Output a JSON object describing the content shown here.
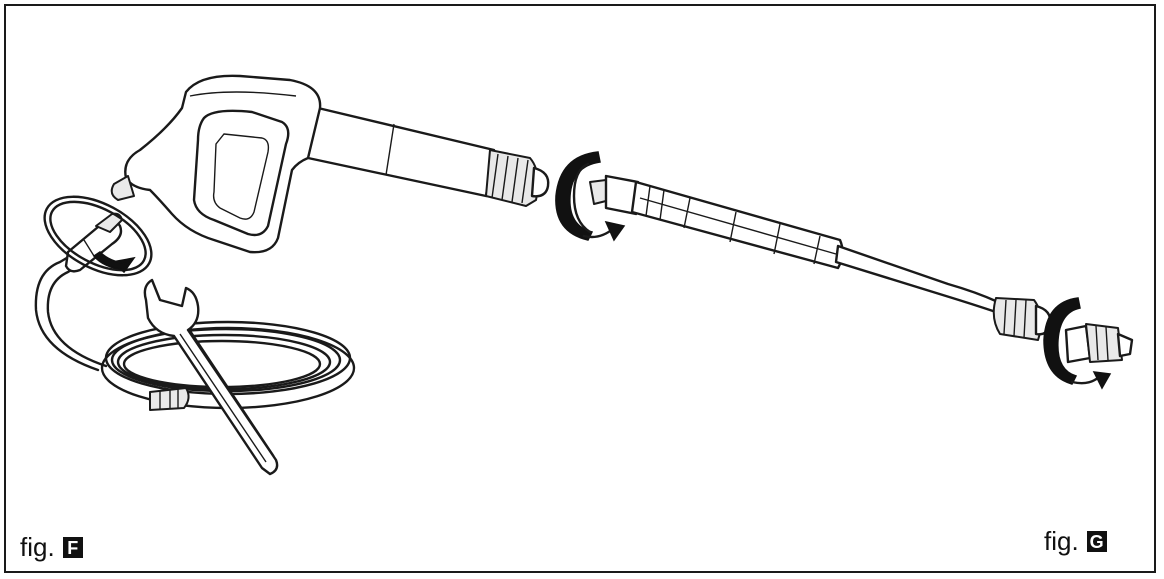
{
  "figures": [
    {
      "id": "left",
      "label": "fig.",
      "letter": "F"
    },
    {
      "id": "right",
      "label": "fig.",
      "letter": "G"
    }
  ],
  "colors": {
    "line": "#1a1a1a",
    "fill_light": "#ffffff",
    "fill_shade": "#e6e6e6",
    "fill_dark": "#111111"
  },
  "icons": [
    "spray-gun-icon",
    "hose-coil-icon",
    "wrench-icon",
    "lance-icon",
    "nozzle-icon",
    "rotate-arrow-icon"
  ]
}
